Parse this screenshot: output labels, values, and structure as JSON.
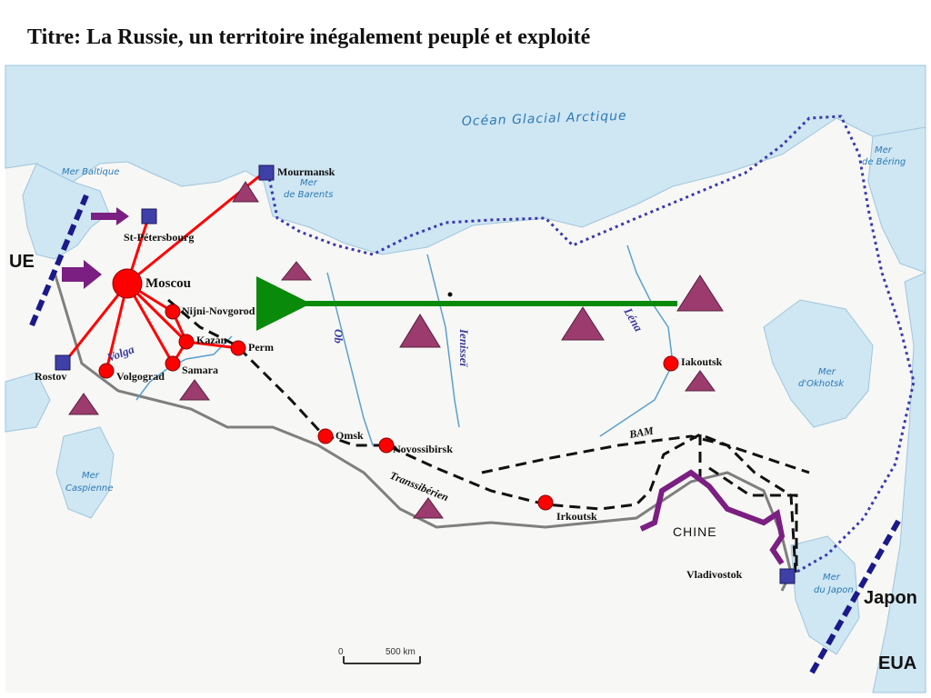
{
  "title": "Titre: La Russie, un territoire inégalement peuplé et exploité",
  "cities": {
    "moscou": "Moscou",
    "st_petersbourg": "St-Pétersbourg",
    "mourmansk": "Mourmansk",
    "nijni": "Nijni-Novgorod",
    "kazan": "Kazan",
    "perm": "Perm",
    "samara": "Samara",
    "volgograd": "Volgograd",
    "rostov": "Rostov",
    "omsk": "Omsk",
    "novossibirsk": "Novossibirsk",
    "irkoutsk": "Irkoutsk",
    "iakoutsk": "Iakoutsk",
    "vladivostok": "Vladivostok"
  },
  "seas": {
    "ocean": "Océan Glacial Arctique",
    "baltique": "Mer Baltique",
    "barents_1": "Mer",
    "barents_2": "de Barents",
    "bering_1": "Mer",
    "bering_2": "de Béring",
    "okhotsk_1": "Mer",
    "okhotsk_2": "d'Okhotsk",
    "caspienne_1": "Mer",
    "caspienne_2": "Caspienne",
    "japon_1": "Mer",
    "japon_2": "du Japon"
  },
  "rivers": {
    "volga": "Volga",
    "ob": "Ob",
    "ienissei": "Ienisseï",
    "lena": "Léna"
  },
  "routes": {
    "bam": "BAM",
    "transsiberien": "Transsibérien"
  },
  "regions": {
    "ue": "UE",
    "chine": "CHINE",
    "japon": "Japon",
    "eua": "EUA"
  },
  "scale": {
    "zero": "0",
    "distance": "500 km"
  },
  "colors": {
    "land": "#f7f7f5",
    "water": "#cfe6f3",
    "border": "#7f7f7f",
    "city_red": "#ff0000",
    "port_blue": "#3f3fa8",
    "resource_triangle": "#9b3b6e",
    "flow_green": "#0a8a0a",
    "arrow_purple": "#7b1f82",
    "china_border_purple": "#7b1f82",
    "maritime_dotted": "#3a3ab0",
    "interface_dashed": "#1a1a8a"
  },
  "icons": {
    "city": "red-circle",
    "port": "blue-square",
    "resource": "triangle",
    "flow": "green-arrow",
    "import_arrow": "purple-arrow"
  }
}
